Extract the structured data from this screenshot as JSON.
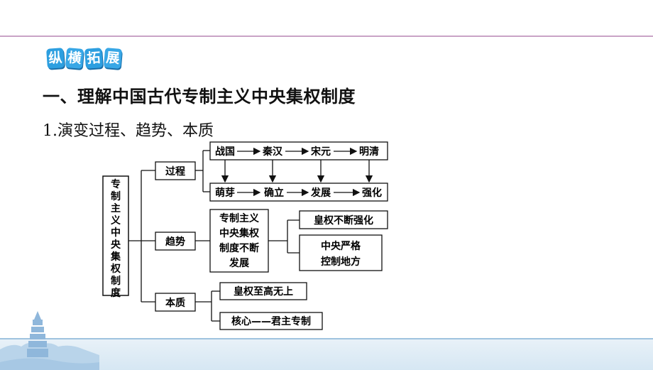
{
  "badge": {
    "chars": [
      "纵",
      "横",
      "拓",
      "展"
    ]
  },
  "heading": "一、理解中国古代专制主义中央集权制度",
  "subheading": "1.演变过程、趋势、本质",
  "diagram": {
    "root": "专制主义中央集权制度",
    "branches": {
      "process": "过程",
      "trend": "趋势",
      "essence": "本质"
    },
    "dynasties": [
      "战国",
      "秦汉",
      "宋元",
      "明清"
    ],
    "stages": [
      "萌芽",
      "确立",
      "发展",
      "强化"
    ],
    "trend_box": [
      "专制主义",
      "中央集权",
      "制度不断",
      "发展"
    ],
    "trend_results": [
      {
        "lines": [
          "皇权不断强化"
        ]
      },
      {
        "lines": [
          "中央严格",
          "控制地方"
        ]
      }
    ],
    "essence_items": [
      "皇权至高无上",
      "核心——君主专制"
    ]
  }
}
